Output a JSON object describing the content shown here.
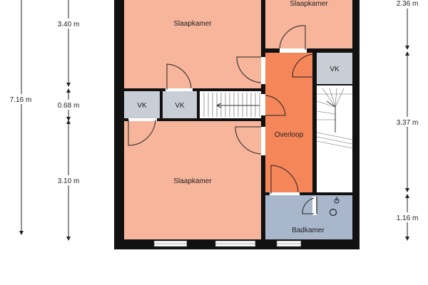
{
  "rooms": {
    "bedroom_top_left": "Slaapkamer",
    "bedroom_top_right": "Slaapkamer",
    "bedroom_bottom": "Slaapkamer",
    "landing": "Overloop",
    "bathroom": "Badkamer",
    "closet_1": "VK",
    "closet_2": "VK",
    "closet_3": "VK"
  },
  "dimensions_left": {
    "total": "7.16 m",
    "upper": "3.40 m",
    "middle": "0.68 m",
    "lower": "3.10 m"
  },
  "dimensions_right": {
    "top": "2.36 m",
    "middle": "3.37 m",
    "bottom": "1.16 m"
  },
  "colors": {
    "bedroom": "#f7b59b",
    "landing": "#f5865a",
    "bathroom": "#a9b7cc",
    "closet": "#c9ced6",
    "wall": "#111111",
    "stair": "#ffffff"
  }
}
